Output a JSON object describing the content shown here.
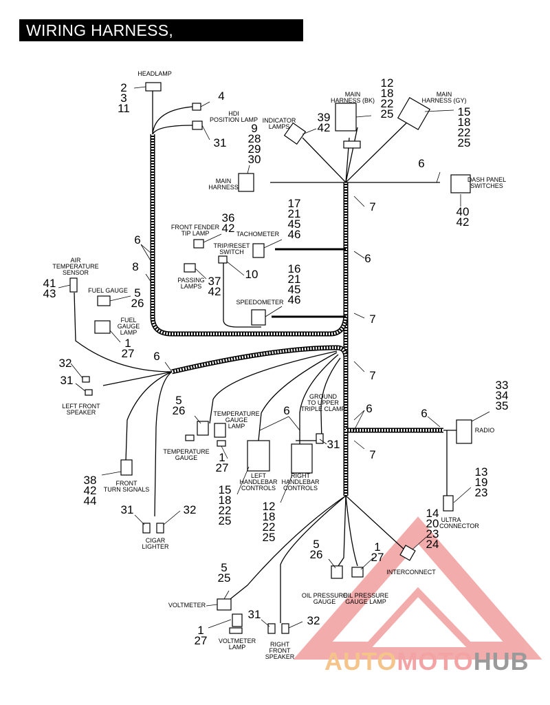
{
  "title": "WIRING HARNESS, INTERCONNECT",
  "labels": {
    "headlamp": "HEADLAMP",
    "hdi1": "HDI",
    "hdi2": "POSITION LAMP",
    "indicator1": "INDICATOR",
    "indicator2": "LAMPS",
    "mhbk1": "MAIN",
    "mhbk2": "HARNESS (BK)",
    "mhgy1": "MAIN",
    "mhgy2": "HARNESS (GY)",
    "mainh1": "MAIN",
    "mainh2": "HARNESS",
    "dash1": "DASH PANEL",
    "dash2": "SWITCHES",
    "fender1": "FRONT FENDER",
    "fender2": "TIP LAMP",
    "tach": "TACHOMETER",
    "trip1": "TRIP/RESET",
    "trip2": "SWITCH",
    "air1": "AIR",
    "air2": "TEMPERATURE",
    "air3": "SENSOR",
    "passing1": "PASSING",
    "passing2": "LAMPS",
    "fuel": "FUEL GAUGE",
    "fuellamp1": "FUEL",
    "fuellamp2": "GAUGE",
    "fuellamp3": "LAMP",
    "speedo": "SPEEDOMETER",
    "lfspeaker1": "LEFT FRONT",
    "lfspeaker2": "SPEAKER",
    "ground1": "GROUND",
    "ground2": "TO UPPER",
    "ground3": "TRIPLE CLAMP",
    "tgl1": "TEMPERATURE",
    "tgl2": "GAUGE",
    "tgl3": "LAMP",
    "tg1": "TEMPERATURE",
    "tg2": "GAUGE",
    "radio": "RADIO",
    "lhc1": "LEFT",
    "lhc2": "HANDLEBAR",
    "lhc3": "CONTROLS",
    "rhc1": "RIGHT",
    "rhc2": "HANDLEBAR",
    "rhc3": "CONTROLS",
    "fts1": "FRONT",
    "fts2": "TURN SIGNALS",
    "ultra1": "ULTRA",
    "ultra2": "CONNECTOR",
    "cig1": "CIGAR",
    "cig2": "LIGHTER",
    "interconnect": "INTERCONNECT",
    "oilp1": "OIL PRESSURE",
    "oilp2": "GAUGE",
    "oill1": "OIL PRESSURE",
    "oill2": "GAUGE LAMP",
    "voltmeter": "VOLTMETER",
    "vlamp1": "VOLTMETER",
    "vlamp2": "LAMP",
    "rfs1": "RIGHT",
    "rfs2": "FRONT",
    "rfs3": "SPEAKER"
  },
  "callouts": {
    "c_2_3_11": [
      "2",
      "3",
      "11"
    ],
    "c_4": [
      "4"
    ],
    "c_31_hdi": [
      "31"
    ],
    "c_12_18_22_25_top": [
      "12",
      "18",
      "22",
      "25"
    ],
    "c_15_18_22_25_top": [
      "15",
      "18",
      "22",
      "25"
    ],
    "c_39_42": [
      "39",
      "42"
    ],
    "c_9_28_29_30": [
      "9",
      "28",
      "29",
      "30"
    ],
    "c_6_dash": [
      "6"
    ],
    "c_7_a": [
      "7"
    ],
    "c_40_42": [
      "40",
      "42"
    ],
    "c_36_42": [
      "36",
      "42"
    ],
    "c_17_21_45_46": [
      "17",
      "21",
      "45",
      "46"
    ],
    "c_6_left": [
      "6"
    ],
    "c_6_tach": [
      "6"
    ],
    "c_8": [
      "8"
    ],
    "c_10": [
      "10"
    ],
    "c_41_43": [
      "41",
      "43"
    ],
    "c_5_26_fuel": [
      "5",
      "26"
    ],
    "c_37_42": [
      "37",
      "42"
    ],
    "c_16_21_45_46": [
      "16",
      "21",
      "45",
      "46"
    ],
    "c_7_b": [
      "7"
    ],
    "c_1_27_fuel": [
      "1",
      "27"
    ],
    "c_6_mid": [
      "6"
    ],
    "c_32_left": [
      "32"
    ],
    "c_31_left": [
      "31"
    ],
    "c_7_c": [
      "7"
    ],
    "c_5_26_temp": [
      "5",
      "26"
    ],
    "c_6_lhc": [
      "6"
    ],
    "c_6_main": [
      "6"
    ],
    "c_6_radio": [
      "6"
    ],
    "c_33_34_35": [
      "33",
      "34",
      "35"
    ],
    "c_31_ground": [
      "31"
    ],
    "c_7_d": [
      "7"
    ],
    "c_1_27_temp": [
      "1",
      "27"
    ],
    "c_38_42_44": [
      "38",
      "42",
      "44"
    ],
    "c_15_18_22_25_lhc": [
      "15",
      "18",
      "22",
      "25"
    ],
    "c_12_18_22_25_rhc": [
      "12",
      "18",
      "22",
      "25"
    ],
    "c_13_19_23": [
      "13",
      "19",
      "23"
    ],
    "c_31_cig": [
      "31"
    ],
    "c_32_cig": [
      "32"
    ],
    "c_14_20_23_24": [
      "14",
      "20",
      "23",
      "24"
    ],
    "c_5_26_oil": [
      "5",
      "26"
    ],
    "c_1_27_oil": [
      "1",
      "27"
    ],
    "c_5_25_volt": [
      "5",
      "25"
    ],
    "c_31_rfs": [
      "31"
    ],
    "c_32_rfs": [
      "32"
    ],
    "c_1_27_volt": [
      "1",
      "27"
    ]
  },
  "watermark": {
    "part1": "AUTO",
    "part2": "MOTO",
    "part3": "HUB"
  },
  "colors": {
    "line": "#000000",
    "watermark_red": "#e86a6a",
    "watermark_orange": "#f5c48a",
    "watermark_gray": "#9a9a9a"
  }
}
